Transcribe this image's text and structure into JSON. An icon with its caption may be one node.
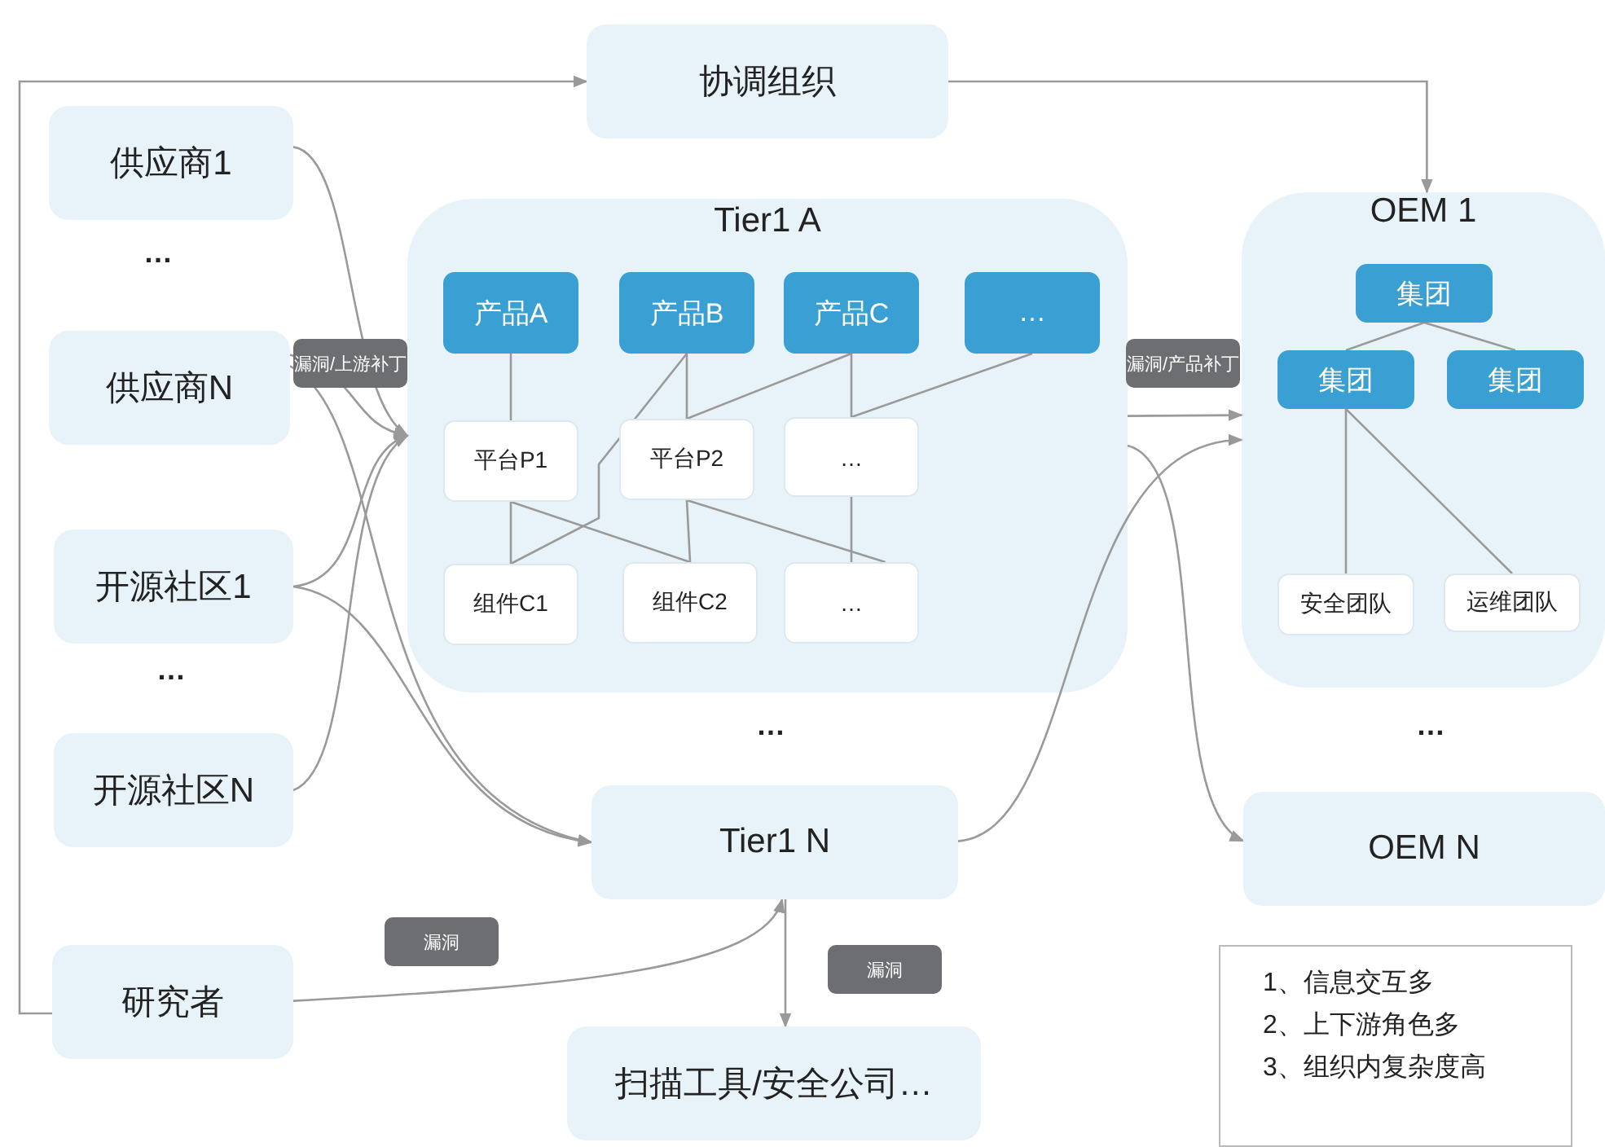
{
  "diagram": {
    "nodes": [
      {
        "text": [
          "协调组织"
        ]
      },
      {
        "text": [
          "供应商1"
        ]
      },
      {
        "text": [
          "供应商N"
        ]
      },
      {
        "text": [
          "开源社区1"
        ]
      },
      {
        "text": [
          "开源社区N"
        ]
      },
      {
        "text": [
          "研究者"
        ]
      },
      {
        "text": [
          "Tier1 A"
        ]
      },
      {
        "text": [
          "产品A"
        ],
        "in": 6
      },
      {
        "text": [
          "产品B"
        ],
        "in": 6
      },
      {
        "text": [
          "产品C"
        ],
        "in": 6
      },
      {
        "text": [
          "…"
        ],
        "in": 6
      },
      {
        "text": [
          "平台P1"
        ],
        "in": 6
      },
      {
        "text": [
          "平台P2"
        ],
        "in": 6
      },
      {
        "text": [
          "…"
        ],
        "in": 6
      },
      {
        "text": [
          "组件C1"
        ],
        "in": 6
      },
      {
        "text": [
          "组件C2"
        ],
        "in": 6
      },
      {
        "text": [
          "…"
        ],
        "in": 6
      },
      {
        "text": [
          "OEM 1"
        ]
      },
      {
        "text": [
          "集团"
        ],
        "in": 17
      },
      {
        "text": [
          "集团"
        ],
        "in": 17
      },
      {
        "text": [
          "集团"
        ],
        "in": 17
      },
      {
        "text": [
          "安全团队"
        ],
        "in": 17
      },
      {
        "text": [
          "运维团队"
        ],
        "in": 17
      },
      {
        "text": [
          "Tier1 N"
        ]
      },
      {
        "text": [
          "OEM N"
        ]
      },
      {
        "text": [
          "扫描工具/安全公司…"
        ]
      },
      {
        "text": [
          "1、信息交互多",
          "2、上下游角色多",
          "3、组织内复杂度高"
        ]
      }
    ],
    "edges": [
      {
        "from": 5,
        "to": 0,
        "arrow": "to"
      },
      {
        "from": 0,
        "to": 17,
        "arrow": "to"
      },
      {
        "from": 1,
        "to": 6,
        "arrow": "to"
      },
      {
        "from": 2,
        "to": 6,
        "arrow": "to"
      },
      {
        "from": 3,
        "to": 6,
        "arrow": "to"
      },
      {
        "from": 4,
        "to": 6,
        "arrow": "to"
      },
      {
        "from": 2,
        "to": 23,
        "arrow": "to"
      },
      {
        "from": 3,
        "to": 23,
        "arrow": "to"
      },
      {
        "from": 5,
        "to": 23,
        "arrow": "to"
      },
      {
        "from": 23,
        "to": 25,
        "arrow": "to"
      },
      {
        "from": 6,
        "to": 17,
        "arrow": "to"
      },
      {
        "from": 23,
        "to": 17,
        "arrow": "to"
      },
      {
        "from": 6,
        "to": 24,
        "arrow": "to"
      },
      {
        "from": 7,
        "to": 11,
        "arrow": "none"
      },
      {
        "from": 8,
        "to": 14,
        "arrow": "none"
      },
      {
        "from": 8,
        "to": 12,
        "arrow": "none"
      },
      {
        "from": 9,
        "to": 12,
        "arrow": "none"
      },
      {
        "from": 9,
        "to": 13,
        "arrow": "none"
      },
      {
        "from": 10,
        "to": 13,
        "arrow": "none"
      },
      {
        "from": 11,
        "to": 14,
        "arrow": "none"
      },
      {
        "from": 11,
        "to": 15,
        "arrow": "none"
      },
      {
        "from": 12,
        "to": 15,
        "arrow": "none"
      },
      {
        "from": 12,
        "to": 16,
        "arrow": "none"
      },
      {
        "from": 13,
        "to": 16,
        "arrow": "none"
      },
      {
        "from": 18,
        "to": 19,
        "arrow": "none"
      },
      {
        "from": 18,
        "to": 20,
        "arrow": "none"
      },
      {
        "from": 19,
        "to": 21,
        "arrow": "none"
      },
      {
        "from": 19,
        "to": 22,
        "arrow": "none"
      }
    ],
    "labels": [
      "…",
      "漏洞/上游补丁",
      "…",
      "…",
      "…",
      "漏洞/产品补丁",
      "漏洞",
      "漏洞"
    ]
  }
}
